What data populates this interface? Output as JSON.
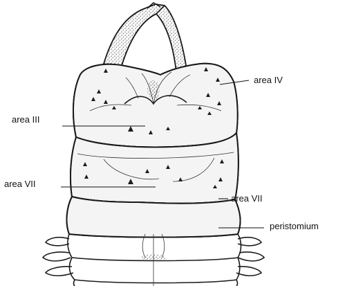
{
  "labels": {
    "area_iv": "area IV",
    "area_iii": "area III",
    "area_vii_left": "area VII",
    "area_vii_right": "area VII",
    "peristomium": "peristomium"
  },
  "colors": {
    "ink": "#1c1c1c",
    "paper": "#ffffff",
    "stipple": "#3a3a3a"
  }
}
